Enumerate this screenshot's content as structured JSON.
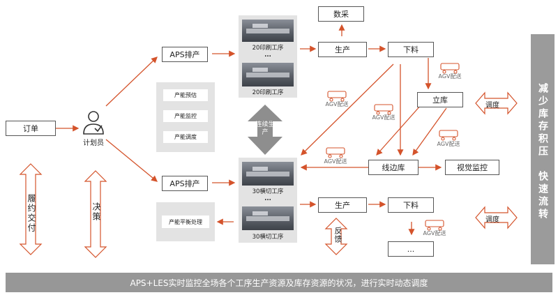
{
  "colors": {
    "arrow": "#d4532b",
    "panel": "#e3e3e3",
    "side": "#9b9b9b"
  },
  "nodes": {
    "order": "订单",
    "planner": "计划员",
    "aps_top": "APS排产",
    "aps_bottom": "APS排产",
    "print_top": "20印刷工序",
    "print_bottom": "20印刷工序",
    "cut_top": "30横切工序",
    "cut_bottom": "30横切工序",
    "ellipsis": "...",
    "produce_top": "生产",
    "produce_bottom": "生产",
    "unload_top": "下料",
    "unload_bottom": "下料",
    "data_collect": "数采",
    "warehouse": "立库",
    "line_store": "线边库",
    "vision": "视觉监控",
    "dispatch_top": "调度",
    "dispatch_bottom": "调度",
    "feedback": "反馈",
    "continuous": "连续生产",
    "fulfill": "履约交付",
    "decision": "决策",
    "more": "..."
  },
  "capacity_items": [
    "产能预估",
    "产能监控",
    "产能调度"
  ],
  "capacity_balance": "产能平衡处理",
  "agv_label": "AGV配送",
  "side_text": {
    "top": "减少库存积压",
    "bottom": "快速流转"
  },
  "footer": "APS+LES实时监控全场各个工序生产资源及库存资源的状况，进行实时动态调度"
}
